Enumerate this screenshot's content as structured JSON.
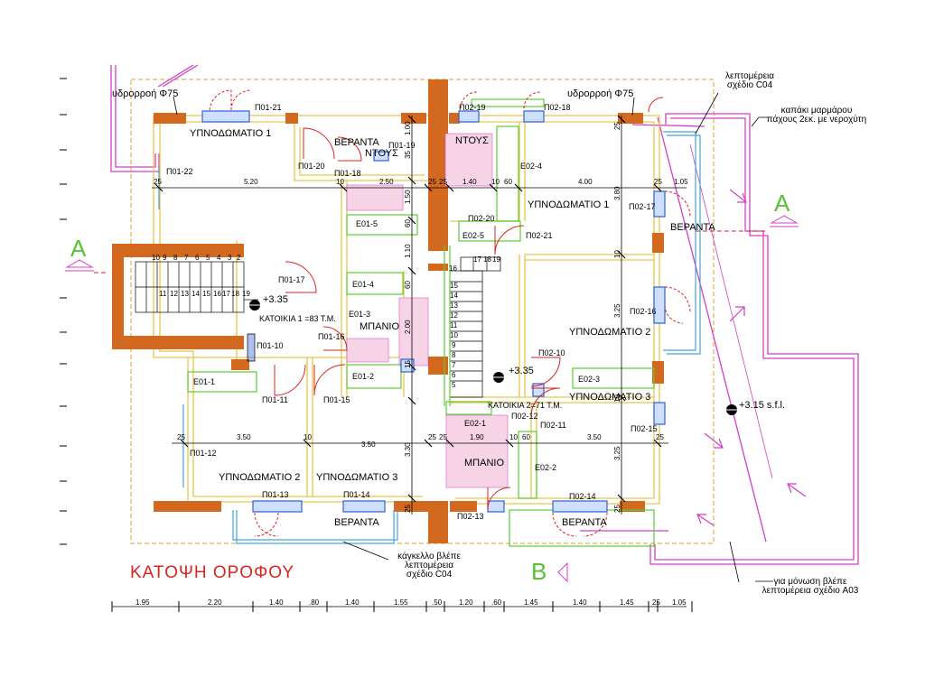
{
  "title": "ΚΑΤΟΨΗ ΟΡΟΦΟΥ",
  "section_markers": {
    "a_left": "A",
    "a_right": "A",
    "b": "B"
  },
  "rooms": {
    "u1_bed1": "ΥΠΝΟΔΩΜΑΤΙΟ 1",
    "u1_veranda_top": "ΒΕΡΑΝΤΑ",
    "u1_shower": "ΝΤΟΥΣ",
    "u1_bath": "ΜΠΑΝΙΟ",
    "u1_bed2": "ΥΠΝΟΔΩΜΑΤΙΟ 2",
    "u1_bed3": "ΥΠΝΟΔΩΜΑΤΙΟ 3",
    "u1_veranda_bottom": "ΒΕΡΑΝΤΑ",
    "u2_shower": "ΝΤΟΥΣ",
    "u2_bed1": "ΥΠΝΟΔΩΜΑΤΙΟ 1",
    "u2_veranda_right": "ΒΕΡΑΝΤΑ",
    "u2_bed2": "ΥΠΝΟΔΩΜΑΤΙΟ 2",
    "u2_bed3": "ΥΠΝΟΔΩΜΑΤΙΟ 3",
    "u2_bath": "ΜΠΑΝΙΟ",
    "u2_veranda_bottom": "ΒΕΡΑΝΤΑ"
  },
  "apartments": {
    "a1": "ΚΑΤΟΙΚΙΑ 1 =83 Τ.Μ.",
    "a2": "ΚΑΤΟΙΚΙΑ 2=71 Τ.Μ."
  },
  "levels": {
    "l1": "+3.35",
    "l2": "+3.35",
    "l3": "+3.15 s.f.l."
  },
  "notes": {
    "downpipe_left": "υδρορροή Φ75",
    "downpipe_right": "υδρορροή Φ75",
    "detail_c04_top": [
      "λεπτομέρεια",
      "σχέδιο C04"
    ],
    "marble_cap": [
      "καπάκι μαρμάρου",
      "πάχους 2εκ. με νεροχύτη"
    ],
    "railing": [
      "κάγκελλο βλέπε",
      "λεπτομέρεια",
      "σχέδιο C04"
    ],
    "insulation": [
      "για μόνωση  βλέπε",
      "λεπτομέρεια σχέδιο A03"
    ]
  },
  "openings": [
    {
      "id": "o1",
      "text": "Π01-21"
    },
    {
      "id": "o2",
      "text": "Π01-19"
    },
    {
      "id": "o3",
      "text": "Π01-20"
    },
    {
      "id": "o4",
      "text": "Π01-18"
    },
    {
      "id": "o5",
      "text": "Π01-22"
    },
    {
      "id": "o6",
      "text": "Π01-17"
    },
    {
      "id": "o7",
      "text": "Π01-16"
    },
    {
      "id": "o8",
      "text": "Π01-10"
    },
    {
      "id": "o9",
      "text": "Π01-11"
    },
    {
      "id": "o10",
      "text": "Π01-15"
    },
    {
      "id": "o11",
      "text": "Π01-12"
    },
    {
      "id": "o12",
      "text": "Π01-13"
    },
    {
      "id": "o13",
      "text": "Π01-14"
    },
    {
      "id": "o14",
      "text": "Π02-19"
    },
    {
      "id": "o15",
      "text": "Π02-18"
    },
    {
      "id": "o16",
      "text": "Π02-20"
    },
    {
      "id": "o17",
      "text": "Π02-21"
    },
    {
      "id": "o18",
      "text": "Π02-17"
    },
    {
      "id": "o19",
      "text": "Π02-16"
    },
    {
      "id": "o20",
      "text": "Π02-10"
    },
    {
      "id": "o21",
      "text": "Π02-12"
    },
    {
      "id": "o22",
      "text": "Π02-11"
    },
    {
      "id": "o23",
      "text": "Π02-15"
    },
    {
      "id": "o24",
      "text": "Π02-13"
    },
    {
      "id": "o25",
      "text": "Π02-14"
    }
  ],
  "fixtures": [
    {
      "id": "f1",
      "text": "Ε01-5"
    },
    {
      "id": "f2",
      "text": "Ε01-4"
    },
    {
      "id": "f3",
      "text": "Ε01-3"
    },
    {
      "id": "f4",
      "text": "Ε01-2"
    },
    {
      "id": "f5",
      "text": "Ε01-1"
    },
    {
      "id": "f6",
      "text": "Ε02-4"
    },
    {
      "id": "f7",
      "text": "Ε02-5"
    },
    {
      "id": "f8",
      "text": "Ε02-3"
    },
    {
      "id": "f9",
      "text": "Ε02-1"
    },
    {
      "id": "f10",
      "text": "Ε02-2"
    }
  ],
  "dims_top": [
    "25",
    "5.20",
    "10",
    "2.50",
    "25",
    "25",
    "1.40",
    "10",
    "60",
    "4.00",
    "25",
    "1.05"
  ],
  "dims_mid": [
    "25",
    "3.50",
    "10",
    "3.50",
    "25",
    "25",
    "1.90",
    "10",
    "60",
    "3.50",
    "25"
  ],
  "dims_vert": [
    "1.00",
    "35",
    "1.50",
    "60",
    "1.10",
    "60",
    "2.00",
    "15",
    "3.80",
    "10",
    "3.25",
    "10",
    "3.25",
    "3.30",
    "25",
    "25",
    "25"
  ],
  "dims_bottom": [
    "1.95",
    "2.20",
    "1.40",
    ".80",
    "1.40",
    "1.55",
    ".50",
    "1.20",
    ".60",
    "1.45",
    "1.40",
    "1.45",
    "25",
    "1.05"
  ],
  "stair_upper": [
    "10",
    "9",
    "8",
    "7",
    "6",
    "5",
    "4",
    "3",
    "2"
  ],
  "stair_lower": [
    "11",
    "12",
    "13",
    "14",
    "15",
    "16",
    "17",
    "18",
    "19"
  ],
  "stair2_top": [
    "17",
    "18",
    "19"
  ],
  "stair2_col": [
    "16",
    "15",
    "14",
    "13",
    "12",
    "11",
    "10",
    "9",
    "8",
    "7",
    "6",
    "5"
  ],
  "colors": {
    "wall": "#d2691e",
    "yellow": "#e8c64a",
    "magenta": "#d33fc6",
    "green": "#5ccf2e",
    "blue": "#2f5fd8",
    "red": "#d9251d",
    "cyan": "#43a4d9",
    "dash": "#e39a2a"
  }
}
